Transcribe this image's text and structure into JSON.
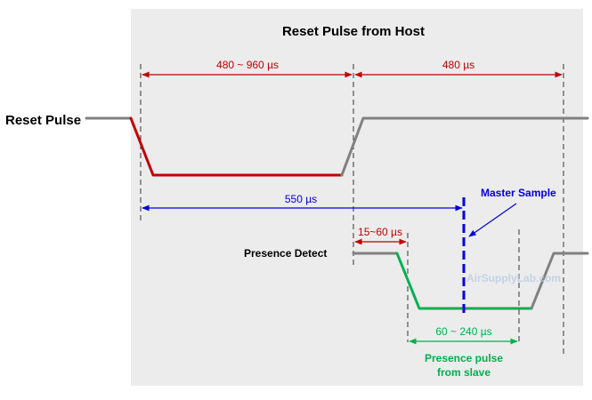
{
  "title": "Reset Pulse from Host",
  "labels": {
    "reset_pulse": "Reset Pulse",
    "presence_detect": "Presence Detect",
    "master_sample": "Master Sample",
    "presence_pulse_line1": "Presence pulse",
    "presence_pulse_line2": "from slave",
    "watermark": "AirSupplyLab.com"
  },
  "timings": {
    "reset_low": "480 ~ 960 µs",
    "recovery": "480 µs",
    "sample_at": "550 µs",
    "wait": "15~60 µs",
    "presence_low": "60 ~ 240 µs"
  },
  "colors": {
    "panel": "#ececec",
    "signal_idle": "#808080",
    "reset_low": "#c00000",
    "presence_low": "#00b050",
    "sample": "#0000e0",
    "timing_red": "#c00000",
    "timing_blue": "#0000e0",
    "timing_green": "#00b050",
    "watermark": "#b8cce4"
  }
}
